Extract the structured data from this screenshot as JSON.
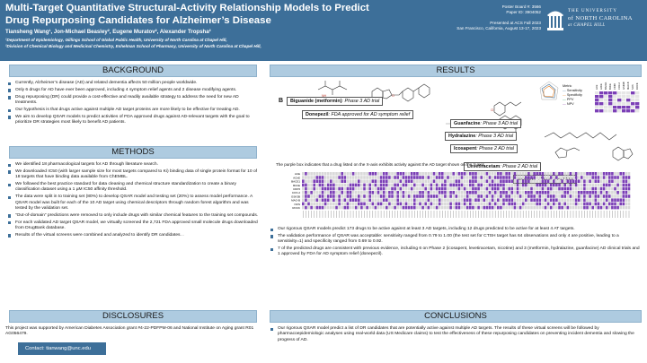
{
  "header": {
    "title_line1": "Multi-Target Quantitative Structural-Activity Relationship Models to Predict",
    "title_line2": "Drug Repurposing Candidates for Alzheimer’s Disease",
    "authors": "Tiansheng Wang¹, Jon-Michael Beasley², Eugene Muratov², Alexander Tropsha²",
    "affiliation1": "¹Department of Epidemiology, Gillings School of Global Public Health, University of North Carolina at Chapel Hill,",
    "affiliation2": "²Division of Chemical Biology and Medicinal Chemistry, Eshelman School of Pharmacy, University of North Carolina at Chapel Hill,",
    "poster_board": "Poster Board #: 3566",
    "paper_id": "Paper ID: 3904052",
    "presented_at": "Presented at ACS Fall 2023",
    "location_date": "San Francisco, California, August 13-17, 2023",
    "logo_line1": "THE UNIVERSITY",
    "logo_line2": "of NORTH CAROLINA",
    "logo_line3": "at CHAPEL HILL",
    "bg_color": "#3d6f99"
  },
  "background": {
    "heading": "BACKGROUND",
    "bullets": [
      "Currently, Alzheimer’s disease (AD) and related dementia affects 50 million people worldwide.",
      "Only 6 drugs for AD have ever been approved, including 4 symptom relief agents and 2 disease modifying agents.",
      "Drug repurposing (DR) could provide a cost-effective and readily available strategy to address the need for new AD treatments.",
      "Our hypothesis is that drugs active against multiple AD target proteins are more likely to be effective for treating AD.",
      "We aim to develop QSAR models to predict activities of FDA approved drugs against AD-relevant targets with the goal to prioritize DR strategies most likely to benefit AD patients."
    ]
  },
  "methods": {
    "heading": "METHODS",
    "bullets": [
      "We identified 18 pharmacological targets for AD through literature search.",
      "We downloaded IC50 (with larger sample size for most targets compared to Ki) binding data of single protein format for 10 of 18 targets that have binding data available from ChEMBL.",
      "We followed the best practice standard for data cleaning and chemical structure standardization to create a binary classification dataset using a 1 µM IC50 affinity threshold.",
      "The data were split in to training set (80%) to develop QSAR model and testing set (20%) to assess model performance. A QSAR model was built for each of the 10 AD target using chemical descriptors through random forest algorithm and was tested by the validation set.",
      "“Out-of-domain” predictions were removed to only include drugs with similar chemical features to the training set compounds.",
      "For each validated AD target QSAR model, we virtually screened the 2,721 FDA approved small molecule drugs downloaded from DrugBank database.",
      "Results of the virtual screens were combined and analyzed to identify DR candidates. ."
    ]
  },
  "disclosures": {
    "heading": "DISCLOSURES",
    "text": "This project was supported by American Diabetes Association grant #4-22-PDFPM-06 and National Institute on Aging grant R01 AG056479.",
    "contact": "Contact:  tianwang@unc.edu"
  },
  "results": {
    "heading": "RESULTS",
    "panel_b": "B",
    "drugs": [
      {
        "name": "Biguanide (metformin)",
        "status": ": Phase 3 AD trial"
      },
      {
        "name": "Donepezil",
        "status": ": FDA approved for AD symptom relief"
      },
      {
        "name": "Guanfacine",
        "status": ": Phase 3 AD trial"
      },
      {
        "name": "Hydralazine",
        "status": ": Phase 3 AD trial"
      },
      {
        "name": "Icosapent",
        "status": ": Phase 2 AD trial"
      },
      {
        "name": "Levetiracetam",
        "status": ": Phase 2 AD trial"
      },
      {
        "name": "Nicotine",
        "status": ": Phase 2 AD trial"
      }
    ],
    "legend": {
      "title": "Metric",
      "items": [
        "Sensitivity",
        "Specificity",
        "PPV",
        "NPV"
      ]
    },
    "targets": [
      "ACE",
      "AChE",
      "BACE1",
      "BChE",
      "CDK5",
      "COX-2",
      "GSK3B",
      "MAO-B",
      "NOS",
      "ROCK"
    ],
    "caption": "The purple box indicates that a drug listed on the X-axis exhibits activity against the AD target shown on the Y-axis.",
    "bullets": [
      "Our rigorous QSAR models predict 173 drugs to be active against at least 3 AD targets, including 12 drugs predicted to be active for at least 4 AT targets.",
      "The validation performance of QSAR was acceptable: sensitivity ranged from 0.79 to 1.00 (the test set for CTSH target has 64 observations and only 4 are positive, leading to a sensitivity=1) and specificity ranged from 0.69 to 0.92.",
      "7 of the predicted drugs are consistent with previous evidence, including 6 on Phase 2 (icosapent, levetiracetam, nicotine) and 3 (metformin, hydralazine, guanfacine) AD clinical trials and 1 approved by FDA for AD symptom relief (donepezil)."
    ],
    "purple": "#7b3fb6",
    "grid_bg": "#d9d9d9"
  },
  "conclusions": {
    "heading": "CONCLUSIONS",
    "text": "Our rigorous QSAR model predict a list of DR candidates that are potentially active against multiple AD targets. The results of these virtual screens will be followed by pharmacoepidemiologic analyses using real-world data (US Medicare claims) to test the effectiveness of these repurposing candidates on preventing incident dementia and slowing the progress of AD."
  }
}
